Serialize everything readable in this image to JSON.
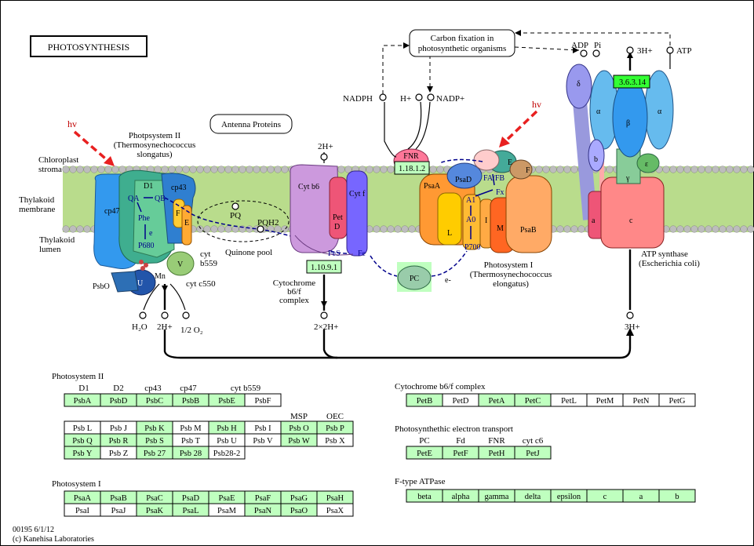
{
  "title": "PHOTOSYNTHESIS",
  "top_boxes": {
    "carbon_fixation": [
      "Carbon fixation in",
      "photosynthetic organisms"
    ],
    "antenna": "Antenna Proteins"
  },
  "labels": {
    "hv_left": "hv",
    "hv_right": "hv",
    "chloroplast_stroma": [
      "Chloroplast",
      "stroma"
    ],
    "thylakoid_membrane": [
      "Thylakoid",
      "membrane"
    ],
    "thylakoid_lumen": [
      "Thylakoid",
      "lumen"
    ],
    "psii_title": [
      "Photpsystem II",
      "(Thermosynechococcus",
      "slongatus)"
    ],
    "psi_title": [
      "Photosystem I",
      "(Thermosynechococcus",
      "elongatus)"
    ],
    "cytb6f_title": [
      "Cytochrome",
      "b6/f",
      "complex"
    ],
    "atp_synthase_title": [
      "ATP synthase",
      "(Escherichia coli)"
    ],
    "quinone_pool": "Quinone pool",
    "cyt_b559": [
      "cyt",
      "b559"
    ],
    "cyt_c550": "cyt c550",
    "nadph": "NADPH",
    "hplus_top": "H+",
    "nadp": "NADP+",
    "adp": "ADP",
    "pi": "Pi",
    "atp": "ATP",
    "three_h_top": "3H+",
    "two_h_top": "2H+",
    "h2o": "H₂O",
    "two_h_bottom": "2H+",
    "half_o2": "1/2 O₂",
    "two_x_two_h": "2×2H+",
    "three_h_bottom": "3H+",
    "pq": "PQ",
    "pqh2": "PQH2",
    "pc": "PC",
    "e_minus": "e-",
    "mn": "Mn"
  },
  "protein_labels": {
    "cp47": "cp47",
    "d1": "D1",
    "qa": "QA",
    "qb": "QB",
    "cp43": "cp43",
    "phe": "Phe",
    "e": "e",
    "p680": "P680",
    "f": "F",
    "e2": "E",
    "u": "U",
    "v": "V",
    "psbo": "PsbO",
    "cytb6": "Cyt b6",
    "pet_d": [
      "Pet",
      "D"
    ],
    "cytf": "Cyt f",
    "fes": "FeS",
    "fe": "Fe",
    "psaa": "PsaA",
    "psad": "PsaD",
    "psae": "E",
    "psaf": "F",
    "l": "L",
    "i": "I",
    "m": "M",
    "psab": "PsaB",
    "a1": "A1",
    "a0": "A0",
    "p700": "P700",
    "fx": "Fx",
    "fafb": "FA/FB",
    "fnr": "FNR",
    "delta": "δ",
    "alpha": "α",
    "beta": "β",
    "gamma": "γ",
    "epsilon": "ε",
    "b": "b",
    "a": "a",
    "c": "c"
  },
  "enzymes": {
    "ec_atp": "3.6.3.14",
    "ec_fnr": "1.18.1.2",
    "ec_cyt": "1.10.9.1"
  },
  "tables": {
    "psii": {
      "title": "Photosystem II",
      "header1": [
        "D1",
        "D2",
        "cp43",
        "cp47",
        "cyt b559"
      ],
      "row1": [
        "PsbA",
        "PsbD",
        "PsbC",
        "PsbB",
        "PsbE",
        "PsbF"
      ],
      "header2": [
        "MSP",
        "OEC"
      ],
      "row2": [
        "Psb L",
        "Psb J",
        "Psb K",
        "Psb M",
        "Psb H",
        "Psb I",
        "Psb O",
        "Psb P"
      ],
      "row3": [
        "Psb Q",
        "Psb R",
        "Psb S",
        "Psb T",
        "Psb U",
        "Psb V",
        "Psb W",
        "Psb X"
      ],
      "row4": [
        "Psb Y",
        "Psb Z",
        "Psb 27",
        "Psb 28",
        "Psb28-2"
      ]
    },
    "psi": {
      "title": "Photosystem I",
      "row1": [
        "PsaA",
        "PsaB",
        "PsaC",
        "PsaD",
        "PsaE",
        "PsaF",
        "PsaG",
        "PsaH"
      ],
      "row2": [
        "PsaI",
        "PsaJ",
        "PsaK",
        "PsaL",
        "PsaM",
        "PsaN",
        "PsaO",
        "PsaX"
      ]
    },
    "cytb6f": {
      "title": "Cytochrome b6/f complex",
      "row1": [
        "PetB",
        "PetD",
        "PetA",
        "PetC",
        "PetL",
        "PetM",
        "PetN",
        "PetG"
      ]
    },
    "pet": {
      "title": "Photosynthethic electron transport",
      "header": [
        "PC",
        "Fd",
        "FNR",
        "cyt c6"
      ],
      "row1": [
        "PetE",
        "PetF",
        "PetH",
        "PetJ"
      ]
    },
    "atpase": {
      "title": "F-type ATPase",
      "row1": [
        "beta",
        "alpha",
        "gamma",
        "delta",
        "epsilon",
        "c",
        "a",
        "b"
      ]
    }
  },
  "footer": [
    "00195 6/1/12",
    "(c) Kanehisa Laboratories"
  ],
  "colors": {
    "gene_fill": "#bfffbf",
    "membrane": "#99cc66",
    "hv_arrow": "#e82020",
    "electron": "#00008b",
    "ec_highlight": "#33ff33"
  }
}
